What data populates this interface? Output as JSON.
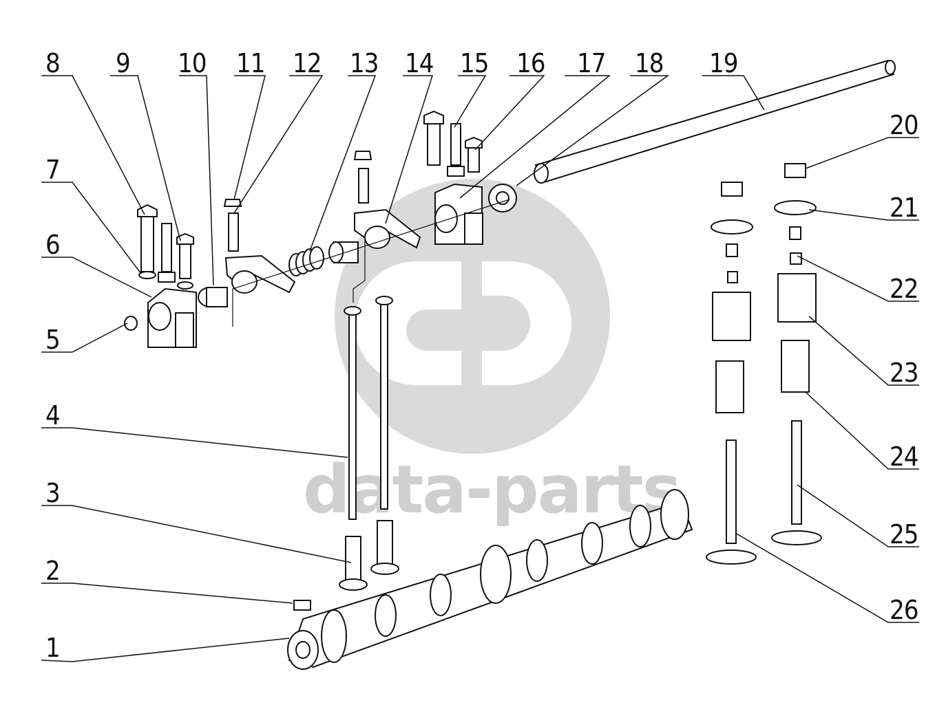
{
  "watermark": {
    "text": "data-parts",
    "color": "#cfcfcf"
  },
  "callouts": [
    {
      "id": "1",
      "label": "1"
    },
    {
      "id": "2",
      "label": "2"
    },
    {
      "id": "3",
      "label": "3"
    },
    {
      "id": "4",
      "label": "4"
    },
    {
      "id": "5",
      "label": "5"
    },
    {
      "id": "6",
      "label": "6"
    },
    {
      "id": "7",
      "label": "7"
    },
    {
      "id": "8",
      "label": "8"
    },
    {
      "id": "9",
      "label": "9"
    },
    {
      "id": "10",
      "label": "10"
    },
    {
      "id": "11",
      "label": "11"
    },
    {
      "id": "12",
      "label": "12"
    },
    {
      "id": "13",
      "label": "13"
    },
    {
      "id": "14",
      "label": "14"
    },
    {
      "id": "15",
      "label": "15"
    },
    {
      "id": "16",
      "label": "16"
    },
    {
      "id": "17",
      "label": "17"
    },
    {
      "id": "18",
      "label": "18"
    },
    {
      "id": "19",
      "label": "19"
    },
    {
      "id": "20",
      "label": "20"
    },
    {
      "id": "21",
      "label": "21"
    },
    {
      "id": "22",
      "label": "22"
    },
    {
      "id": "23",
      "label": "23"
    },
    {
      "id": "24",
      "label": "24"
    },
    {
      "id": "25",
      "label": "25"
    },
    {
      "id": "26",
      "label": "26"
    }
  ],
  "colors": {
    "line": "#111111",
    "background": "#ffffff"
  }
}
